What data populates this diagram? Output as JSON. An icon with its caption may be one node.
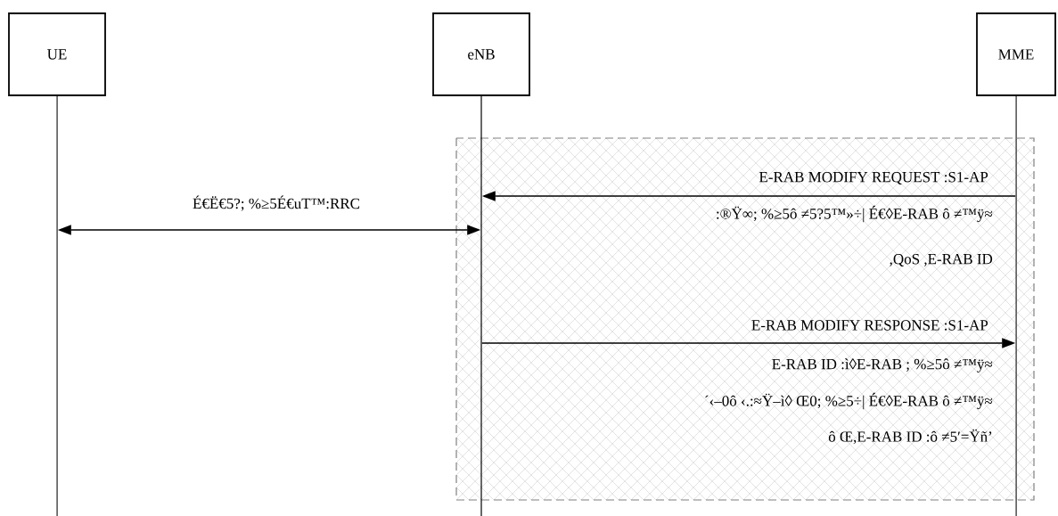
{
  "diagram": {
    "nodes": [
      {
        "text": [
          "UE"
        ]
      },
      {
        "text": [
          "eNB"
        ]
      },
      {
        "text": [
          "MME"
        ]
      }
    ],
    "edges": [
      {
        "from": 0,
        "to": 1,
        "arrow": "both",
        "label": "É€Ë€5?; %≥5É€uT™:RRC"
      },
      {
        "from": 2,
        "to": 1,
        "arrow": "to",
        "label": "E-RAB MODIFY REQUEST :S1-AP"
      },
      {
        "from": 1,
        "to": 2,
        "arrow": "to",
        "label": "E-RAB MODIFY RESPONSE :S1-AP"
      }
    ],
    "labels": [
      ":®Ÿ∞; %≥5ô ≠5?5™»÷| É€◊E-RAB ô ≠™ÿ≈",
      ",QoS ,E-RAB ID",
      "E-RAB ID :ì◊E-RAB ; %≥5ô ≠™ÿ≈",
      "´‹–0ô ‹.:≈Ÿ–ì◊ Œ0; %≥5÷| É€◊E-RAB ô ≠™ÿ≈",
      "ô Œ,E-RAB ID :ô ≠5′=Ÿñ’"
    ]
  }
}
